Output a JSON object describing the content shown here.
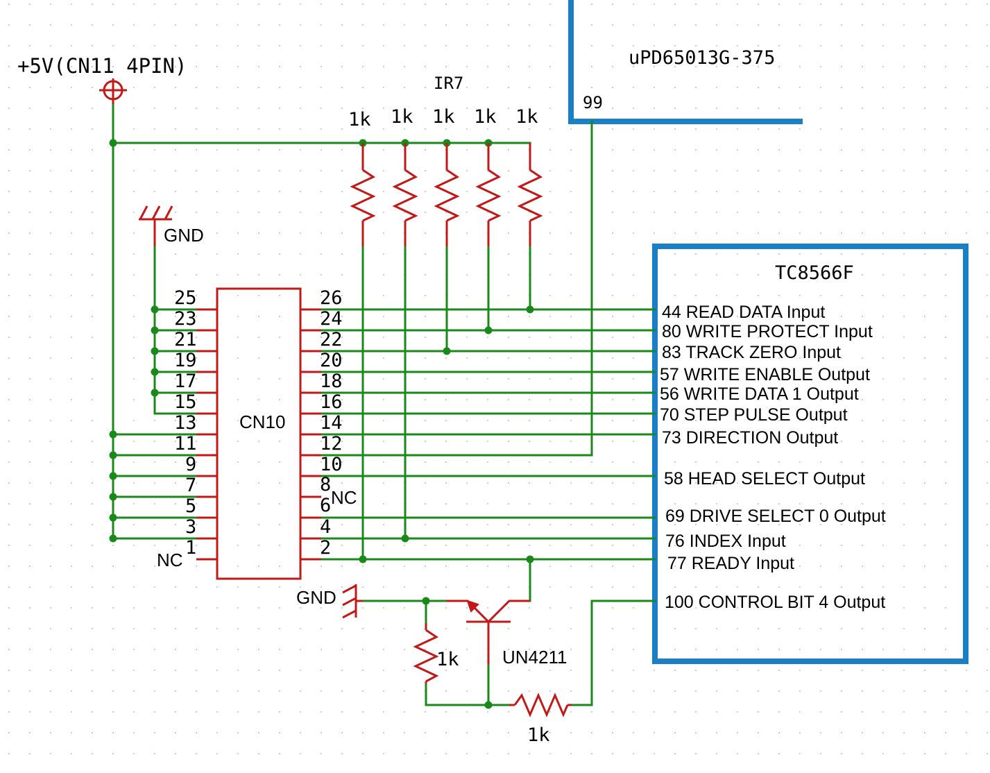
{
  "power": {
    "label": "+5V(CN11 4PIN)"
  },
  "grounds": {
    "top_label": "GND",
    "bottom_label": "GND"
  },
  "resistor_array": {
    "name": "IR7",
    "values": [
      "1k",
      "1k",
      "1k",
      "1k",
      "1k"
    ]
  },
  "chip_top": {
    "name": "uPD65013G-375",
    "pin": "99"
  },
  "connector": {
    "name": "CN10",
    "left_pins": [
      "25",
      "23",
      "21",
      "19",
      "17",
      "15",
      "13",
      "11",
      "9",
      "7",
      "5",
      "3",
      "1"
    ],
    "right_pins": [
      "26",
      "24",
      "22",
      "20",
      "18",
      "16",
      "14",
      "12",
      "10",
      "8",
      "6",
      "4",
      "2"
    ],
    "nc_right": "NC",
    "nc_left": "NC"
  },
  "controller": {
    "name": "TC8566F",
    "signals": [
      "44 READ DATA Input",
      "80 WRITE PROTECT Input",
      "83 TRACK ZERO Input",
      "57 WRITE ENABLE Output",
      "56 WRITE DATA 1 Output",
      "70 STEP PULSE Output",
      "73 DIRECTION Output",
      "58 HEAD SELECT Output",
      "69 DRIVE SELECT 0 Output",
      "76 INDEX Input",
      "77 READY Input",
      "100 CONTROL BIT 4 Output"
    ]
  },
  "transistor": {
    "name": "UN4211",
    "base_resistor": "1k",
    "pulldown_resistor": "1k"
  },
  "colors": {
    "wire": "#188a1a",
    "component": "#c21818",
    "chip_outline": "#1a7fc4",
    "grid_dot": "#c8c8c8"
  }
}
